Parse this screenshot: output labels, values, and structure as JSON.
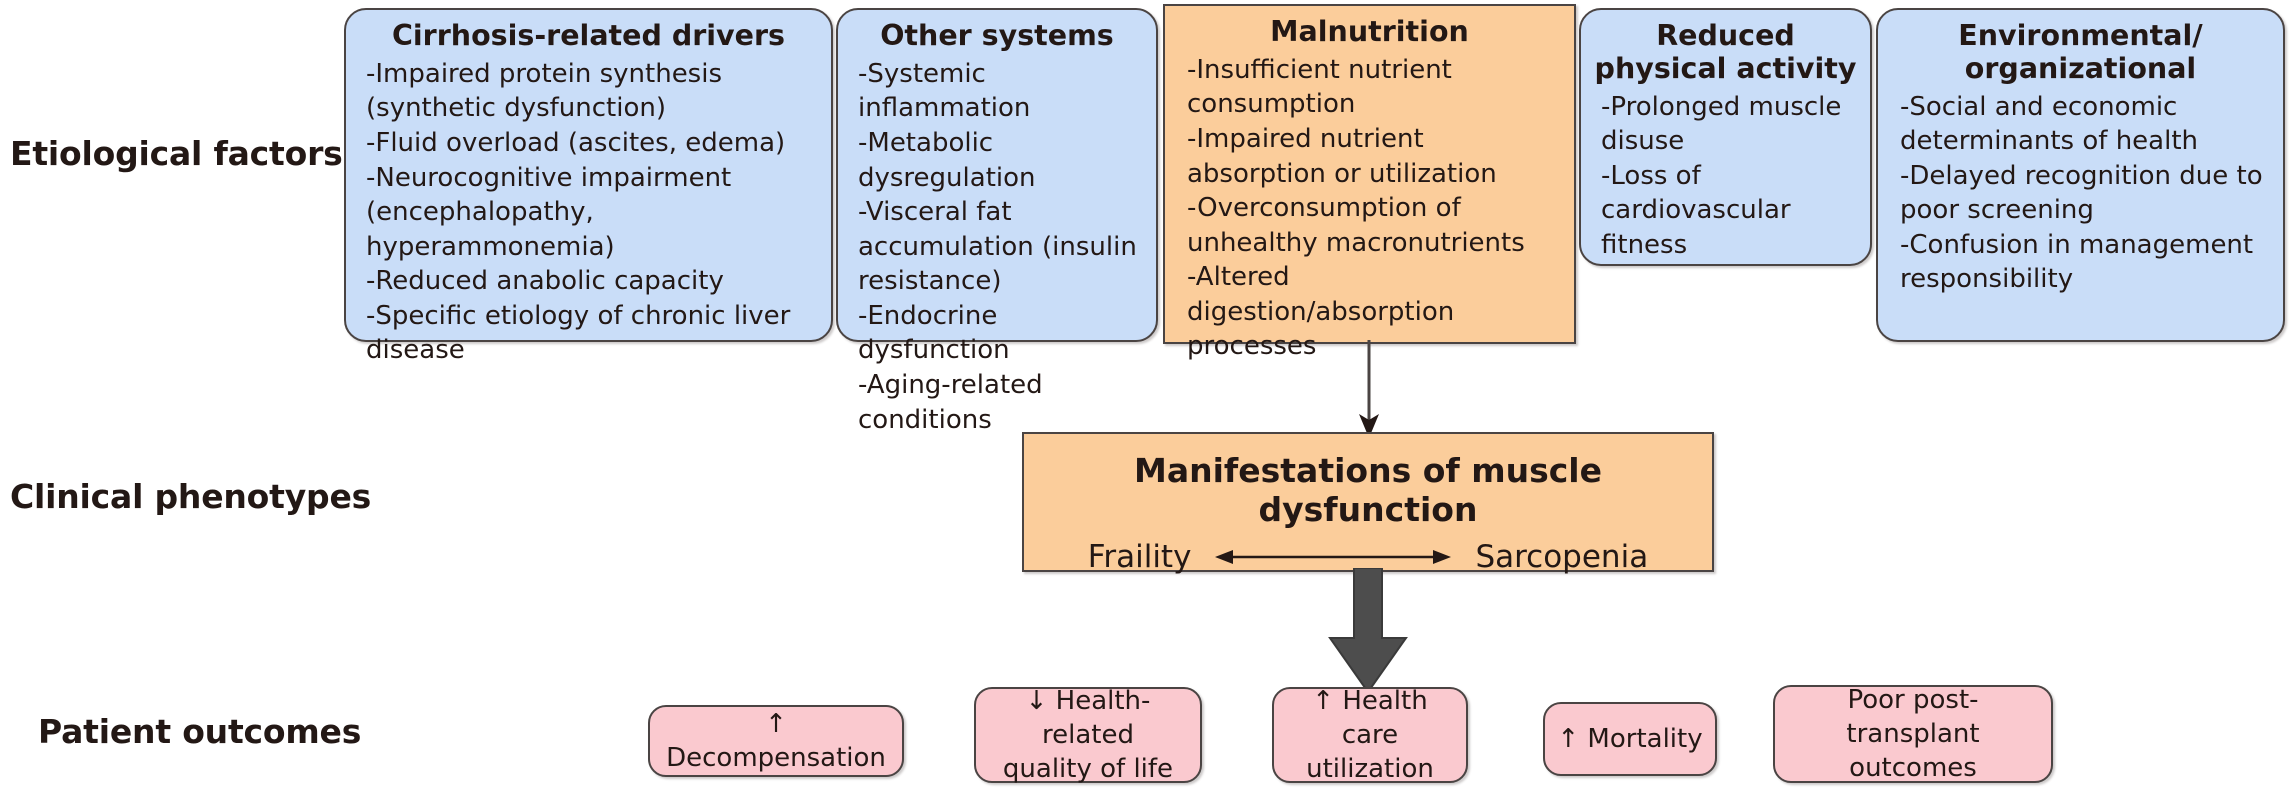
{
  "rows": [
    {
      "label": "Etiological factors"
    },
    {
      "label": "Clinical phenotypes"
    },
    {
      "label": "Patient outcomes"
    }
  ],
  "colors": {
    "etiology_fill": "#c9ddf8",
    "malnutrition_fill": "#fbcd9b",
    "phenotype_fill": "#fbcd9b",
    "outcome_fill": "#fac9cf",
    "border": "#4a4443",
    "text": "#231815",
    "thick_arrow": "#4d4d4d"
  },
  "etiology_boxes": [
    {
      "title": "Cirrhosis-related drivers",
      "items": [
        "-Impaired protein synthesis (synthetic dysfunction)",
        "-Fluid overload (ascites, edema)",
        "-Neurocognitive impairment (encephalopathy, hyperammonemia)",
        "-Reduced anabolic capacity",
        "-Specific etiology of chronic liver disease"
      ]
    },
    {
      "title": "Other systems",
      "items": [
        "-Systemic inflammation",
        "-Metabolic dysregulation",
        "-Visceral fat accumulation (insulin resistance)",
        "-Endocrine dysfunction",
        "-Aging-related conditions"
      ]
    },
    {
      "title": "Malnutrition",
      "items": [
        "-Insufficient nutrient consumption",
        "-Impaired nutrient absorption or utilization",
        "-Overconsumption of unhealthy macronutrients",
        "-Altered digestion/absorption processes"
      ]
    },
    {
      "title": "Reduced\nphysical activity",
      "items": [
        "-Prolonged muscle disuse",
        "-Loss of cardiovascular fitness"
      ]
    },
    {
      "title": "Environmental/\norganizational",
      "items": [
        "-Social and economic determinants of health",
        "-Delayed recognition due to poor screening",
        "-Confusion in management responsibility"
      ]
    }
  ],
  "phenotype": {
    "title": "Manifestations of muscle dysfunction",
    "left_term": "Fraility",
    "right_term": "Sarcopenia",
    "spectrum_icon": "double-headed-arrow-icon"
  },
  "outcomes": [
    {
      "text": "↑ Decompensation"
    },
    {
      "text": "↓ Health-related\nquality of life"
    },
    {
      "text": "↑ Health care\nutilization"
    },
    {
      "text": "↑ Mortality"
    },
    {
      "text": "Poor post-transplant\noutcomes"
    }
  ],
  "connectors": [
    {
      "name": "malnutrition-to-phenotype",
      "style": "thin-down-arrow"
    },
    {
      "name": "phenotype-to-outcomes",
      "style": "thick-down-arrow"
    }
  ]
}
